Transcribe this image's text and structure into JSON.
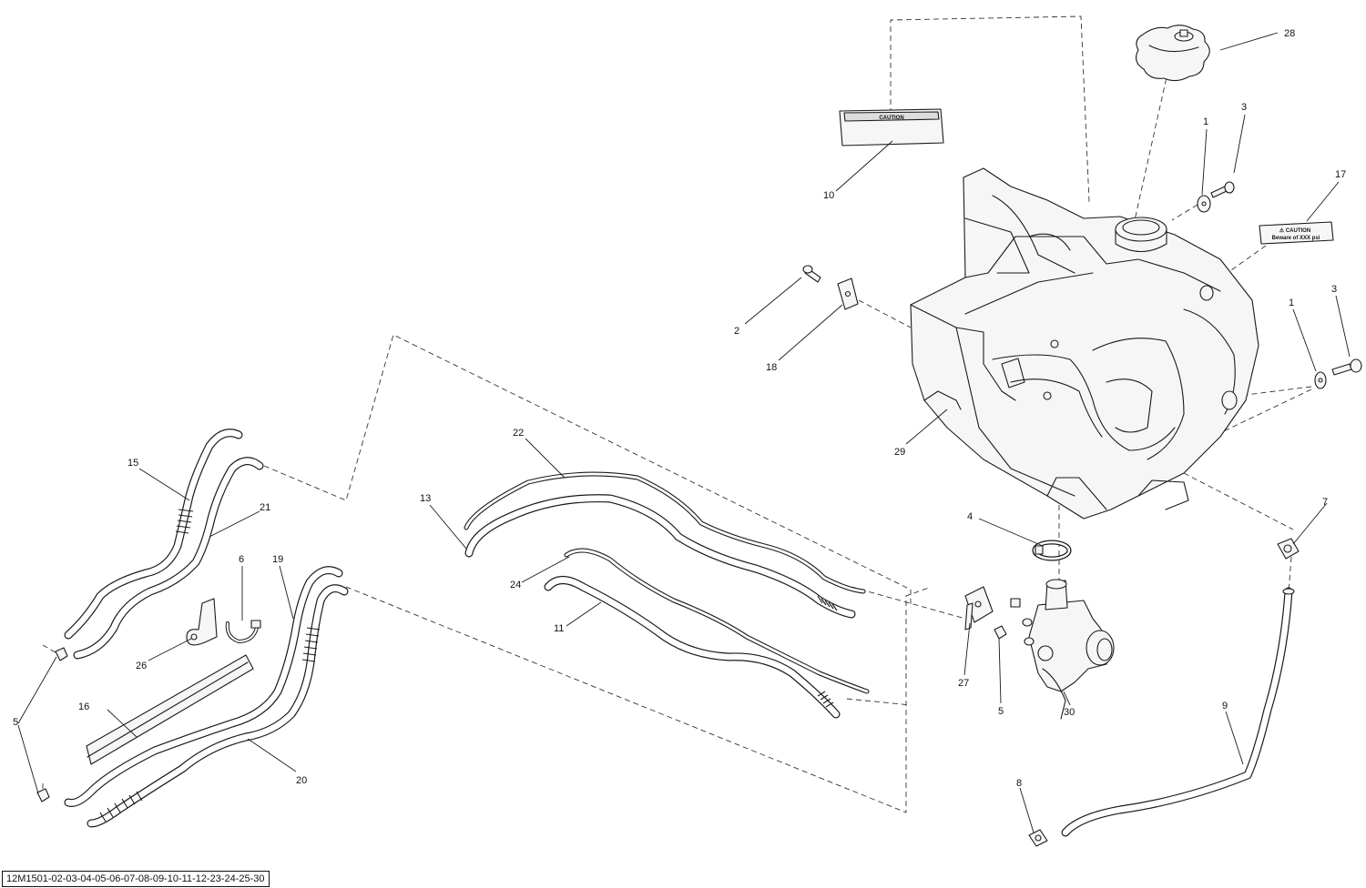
{
  "diagram": {
    "part_numbers": [
      "28",
      "3",
      "1",
      "17",
      "10",
      "2",
      "18",
      "1",
      "3",
      "29",
      "22",
      "15",
      "13",
      "21",
      "24",
      "6",
      "19",
      "11",
      "26",
      "4",
      "7",
      "27",
      "5",
      "30",
      "16",
      "5",
      "9",
      "20",
      "8"
    ],
    "decal_caution_text": "CAUTION",
    "decal_warning_title": "⚠ CAUTION",
    "decal_warning_line": "Beware of XXX psi",
    "footer_code": "12M1501-02-03-04-05-06-07-08-09-10-11-12-23-24-25-30"
  }
}
